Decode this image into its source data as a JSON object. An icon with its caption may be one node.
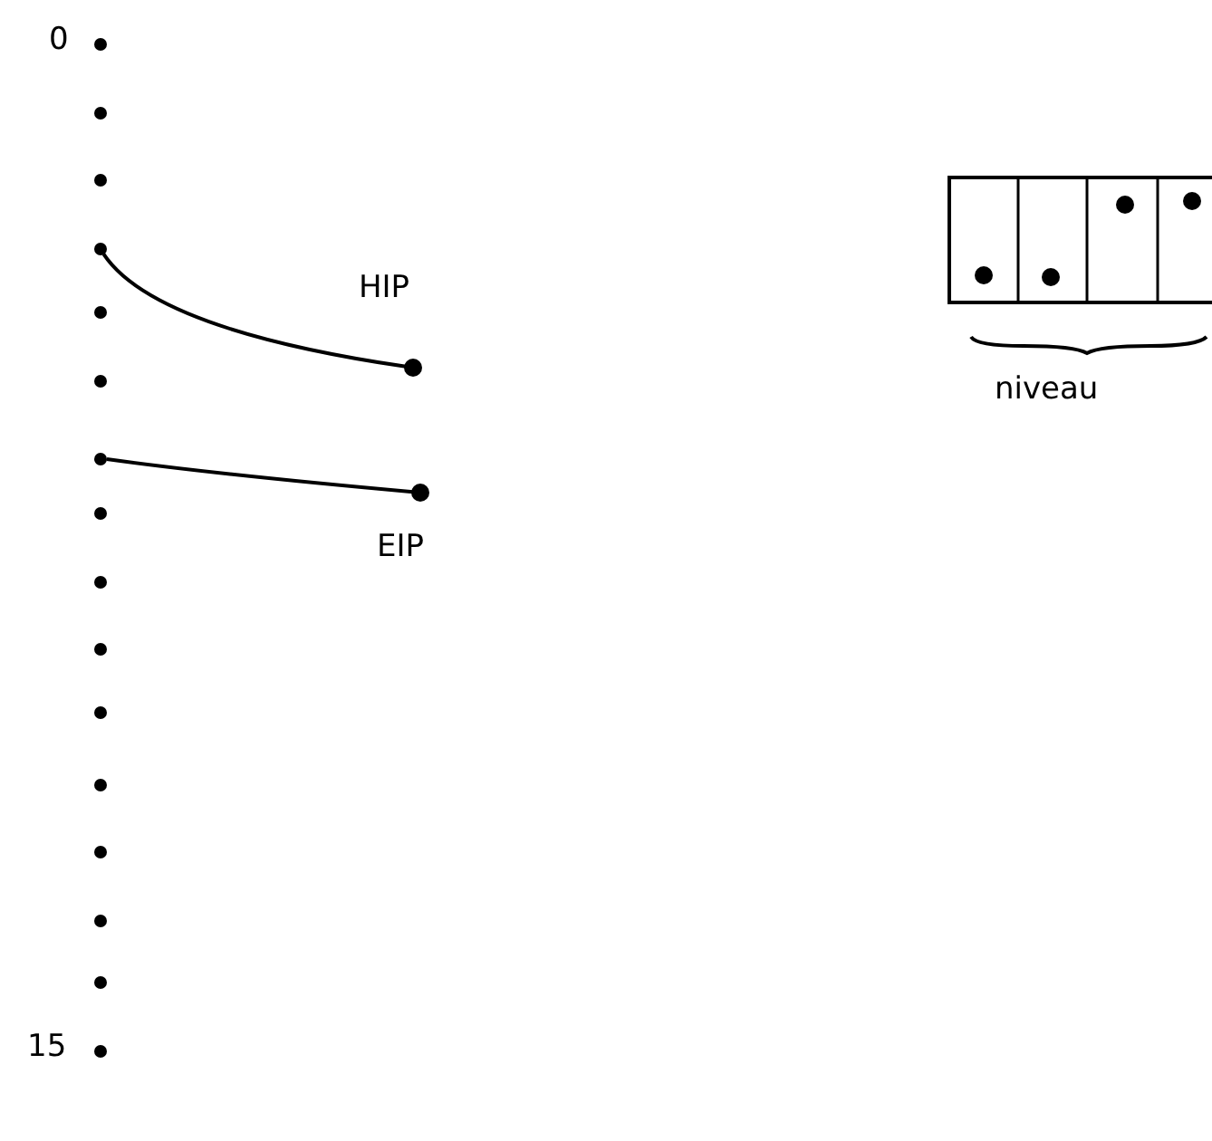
{
  "diagram": {
    "nodes": [
      {
        "text": [],
        "shape": "circle",
        "beside": [
          "0"
        ]
      },
      {
        "text": [],
        "shape": "circle"
      },
      {
        "text": [],
        "shape": "circle"
      },
      {
        "text": [],
        "shape": "circle"
      },
      {
        "text": [],
        "shape": "circle"
      },
      {
        "text": [],
        "shape": "circle"
      },
      {
        "text": [],
        "shape": "circle"
      },
      {
        "text": [],
        "shape": "circle"
      },
      {
        "text": [],
        "shape": "circle"
      },
      {
        "text": [],
        "shape": "circle"
      },
      {
        "text": [],
        "shape": "circle"
      },
      {
        "text": [],
        "shape": "circle"
      },
      {
        "text": [],
        "shape": "circle"
      },
      {
        "text": [],
        "shape": "circle"
      },
      {
        "text": [],
        "shape": "circle"
      },
      {
        "text": [],
        "shape": "circle",
        "beside": [
          "15"
        ]
      },
      {
        "text": [],
        "shape": "circle",
        "beside": [
          "HIP"
        ]
      },
      {
        "text": [],
        "shape": "circle",
        "beside": [
          "EIP"
        ]
      }
    ],
    "edges": [
      {
        "from": 3,
        "to": 16,
        "arrow": "none"
      },
      {
        "from": 6,
        "to": 17,
        "arrow": "none"
      }
    ],
    "labels": [
      "niveau"
    ]
  }
}
